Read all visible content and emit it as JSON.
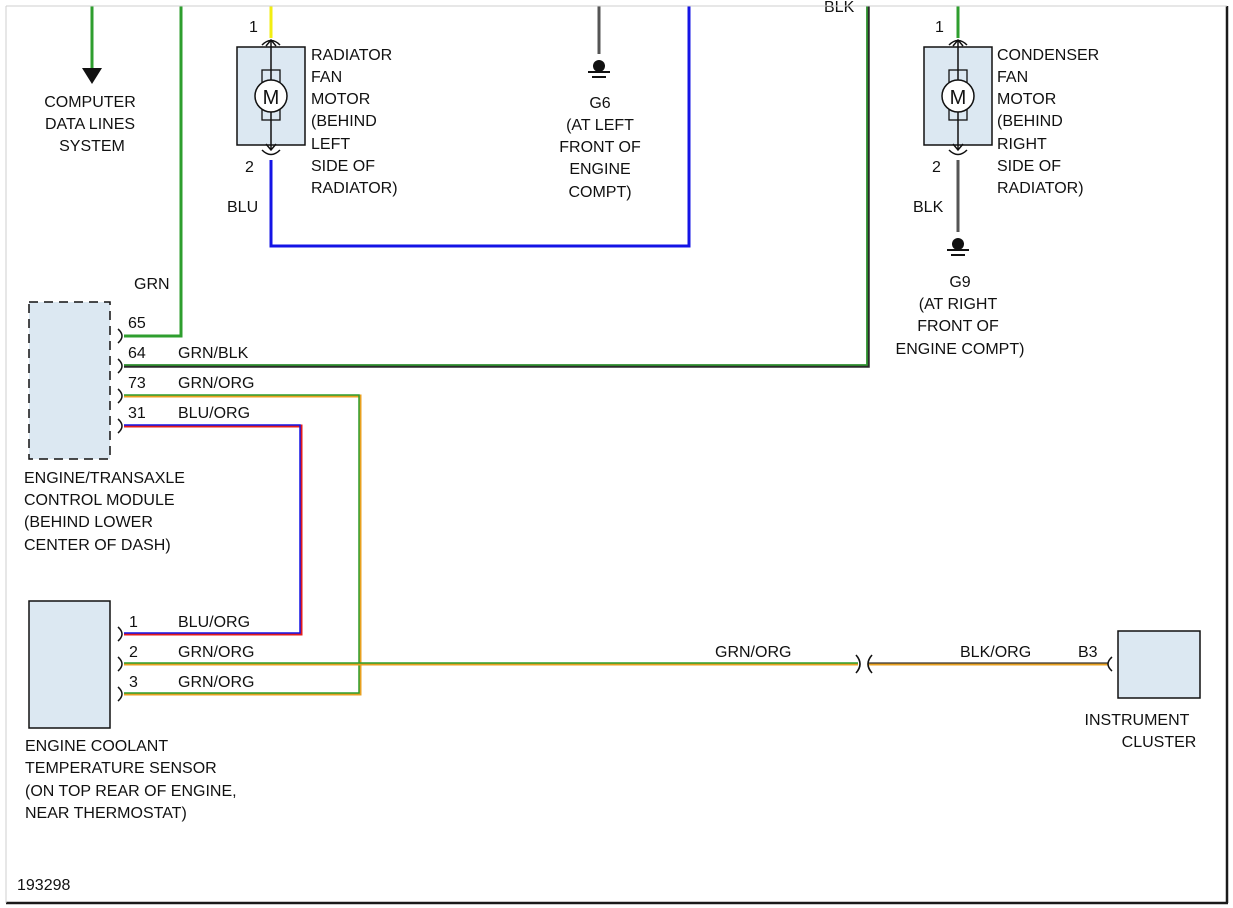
{
  "colors": {
    "green": "#2e9e2e",
    "yellow": "#f2ee12",
    "blue": "#1414e6",
    "gray": "#555555",
    "red": "#e21c1c",
    "orange": "#e8a020",
    "component_fill": "#dce8f2",
    "frame": "#1a1a1a"
  },
  "computer_data_lines": {
    "label_lines": [
      "COMPUTER",
      "DATA LINES",
      "SYSTEM"
    ]
  },
  "radiator_fan": {
    "symbol": "M",
    "pin_top": "1",
    "pin_bottom": "2",
    "label_lines": [
      "RADIATOR",
      "FAN",
      "MOTOR",
      "(BEHIND",
      "LEFT",
      "SIDE OF",
      "RADIATOR)"
    ],
    "wire_label": "BLU"
  },
  "ground_g6": {
    "label_lines": [
      "G6",
      "(AT LEFT",
      "FRONT OF",
      "ENGINE",
      "COMPT)"
    ]
  },
  "top_blk_label": "BLK",
  "condenser_fan": {
    "symbol": "M",
    "pin_top": "1",
    "pin_bottom": "2",
    "label_lines": [
      "CONDENSER",
      "FAN",
      "MOTOR",
      "(BEHIND",
      "RIGHT",
      "SIDE OF",
      "RADIATOR)"
    ],
    "wire_label": "BLK"
  },
  "ground_g9": {
    "label_lines": [
      "G9",
      "(AT RIGHT",
      "FRONT OF",
      "ENGINE COMPT)"
    ]
  },
  "ecm": {
    "grn_label": "GRN",
    "pins": [
      {
        "pin": "65",
        "wire": ""
      },
      {
        "pin": "64",
        "wire": "GRN/BLK"
      },
      {
        "pin": "73",
        "wire": "GRN/ORG"
      },
      {
        "pin": "31",
        "wire": "BLU/ORG"
      }
    ],
    "label_lines": [
      "ENGINE/TRANSAXLE",
      "CONTROL MODULE",
      "(BEHIND LOWER",
      "CENTER OF DASH)"
    ]
  },
  "ect_sensor": {
    "pins": [
      {
        "pin": "1",
        "wire": "BLU/ORG"
      },
      {
        "pin": "2",
        "wire": "GRN/ORG"
      },
      {
        "pin": "3",
        "wire": "GRN/ORG"
      }
    ],
    "label_lines": [
      "ENGINE COOLANT",
      "TEMPERATURE SENSOR",
      "(ON TOP REAR OF ENGINE,",
      "NEAR THERMOSTAT)"
    ]
  },
  "cluster_wire": {
    "left_label": "GRN/ORG",
    "right_label": "BLK/ORG",
    "pin": "B3"
  },
  "instrument_cluster": {
    "label_lines": [
      "INSTRUMENT",
      "CLUSTER"
    ]
  },
  "figure_id": "193298"
}
